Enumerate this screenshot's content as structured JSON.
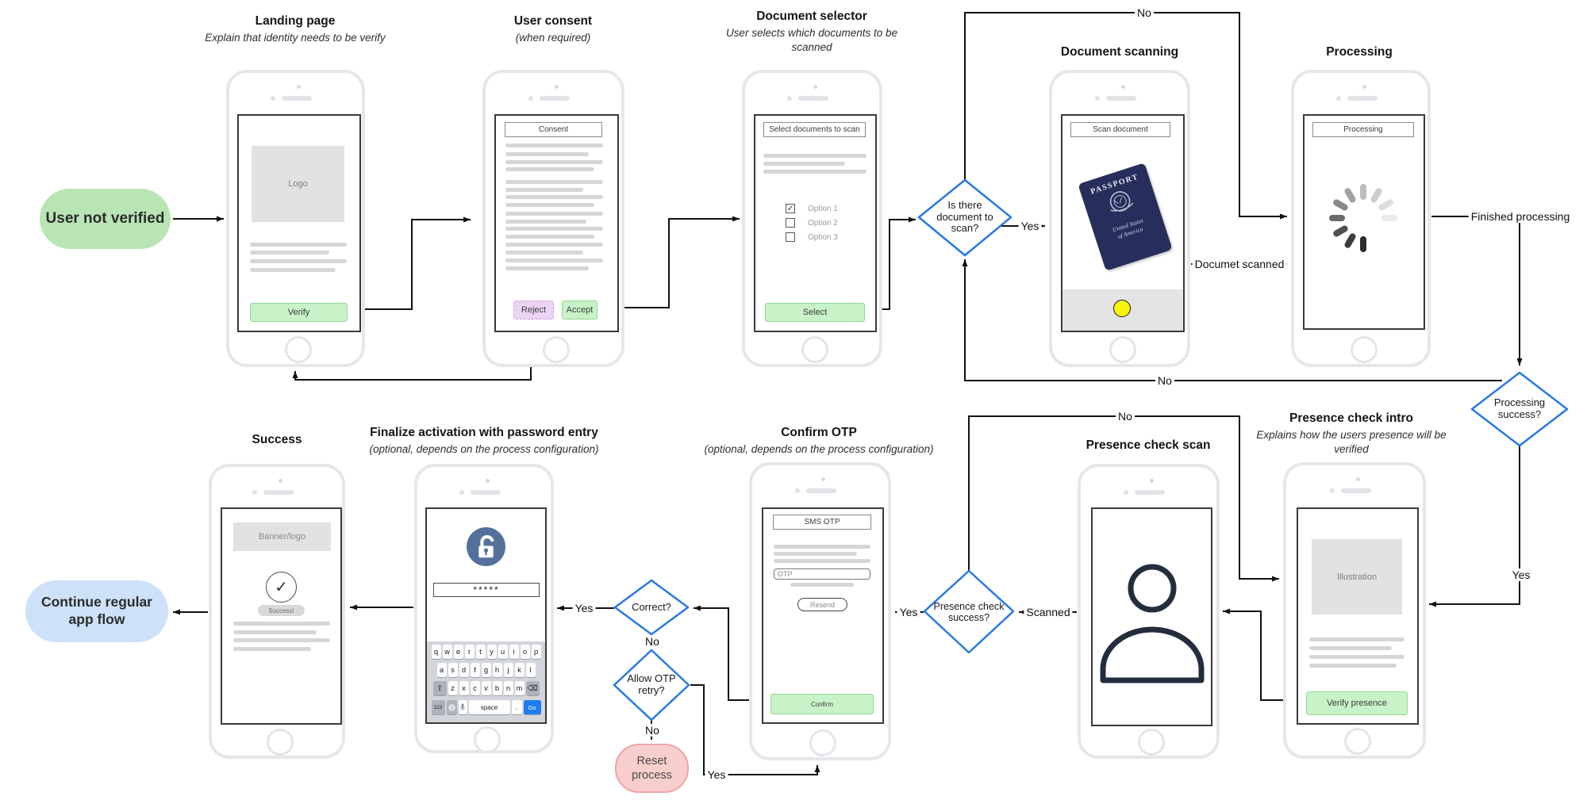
{
  "terminals": {
    "start": "User not verified",
    "finish": "Continue regular app flow",
    "reset": "Reset process"
  },
  "decisions": {
    "doc_to_scan": "Is there document to scan?",
    "processing_success": "Processing success?",
    "presence_success": "Presence check success?",
    "otp_correct": "Correct?",
    "otp_retry": "Allow OTP retry?"
  },
  "edge_labels": {
    "yes_doc_scan": "Yes",
    "no_doc_scan": "No",
    "document_scanned": "Documet scanned",
    "finished_processing": "Finished processing",
    "no_processing": "No",
    "yes_processing": "Yes",
    "no_presence": "No",
    "scanned": "Scanned",
    "yes_presence": "Yes",
    "yes_correct": "Yes",
    "no_correct": "No",
    "no_retry": "No",
    "yes_retry": "Yes"
  },
  "phones": {
    "landing": {
      "title": "Landing page",
      "subtitle": "Explain that identity needs to be verify",
      "box": "Logo",
      "button": "Verify"
    },
    "consent": {
      "title": "User consent",
      "subtitle": "(when required)",
      "header": "Consent",
      "reject": "Reject",
      "accept": "Accept"
    },
    "selector": {
      "title": "Document selector",
      "subtitle": "User selects which documents to be scanned",
      "header": "Select documents to scan",
      "options": [
        "Option 1",
        "Option 2",
        "Option 3"
      ],
      "button": "Select"
    },
    "scanning": {
      "title": "Document scanning",
      "header": "Scan document",
      "passport_title": "PASSPORT",
      "passport_line1": "United States",
      "passport_line2": "of America"
    },
    "processing": {
      "title": "Processing",
      "header": "Processing"
    },
    "presence_intro": {
      "title": "Presence check intro",
      "subtitle": "Explains how the users presence will be verified",
      "box": "Illustration",
      "button": "Verify presence"
    },
    "presence_scan": {
      "title": "Presence check scan"
    },
    "otp": {
      "title": "Confirm OTP",
      "subtitle": "(optional, depends on the process configuration)",
      "header": "SMS OTP",
      "placeholder": "OTP",
      "resend": "Resend",
      "confirm": "Confirm"
    },
    "password": {
      "title": "Finalize activation with password entry",
      "subtitle": "(optional, depends on the process configuration)",
      "password_value": "*****",
      "keys_row1": [
        "q",
        "w",
        "e",
        "r",
        "t",
        "y",
        "u",
        "i",
        "o",
        "p"
      ],
      "keys_row2": [
        "a",
        "s",
        "d",
        "f",
        "g",
        "h",
        "j",
        "k",
        "l"
      ],
      "keys_row3": [
        "z",
        "x",
        "c",
        "v",
        "b",
        "n",
        "m"
      ],
      "key_shift": "⇧",
      "key_backspace": "⌫",
      "key_123": "123",
      "key_space": "space",
      "key_period": ".",
      "key_go": "Go"
    },
    "success": {
      "title": "Success",
      "banner": "Banner/logo",
      "badge": "Success!"
    }
  }
}
